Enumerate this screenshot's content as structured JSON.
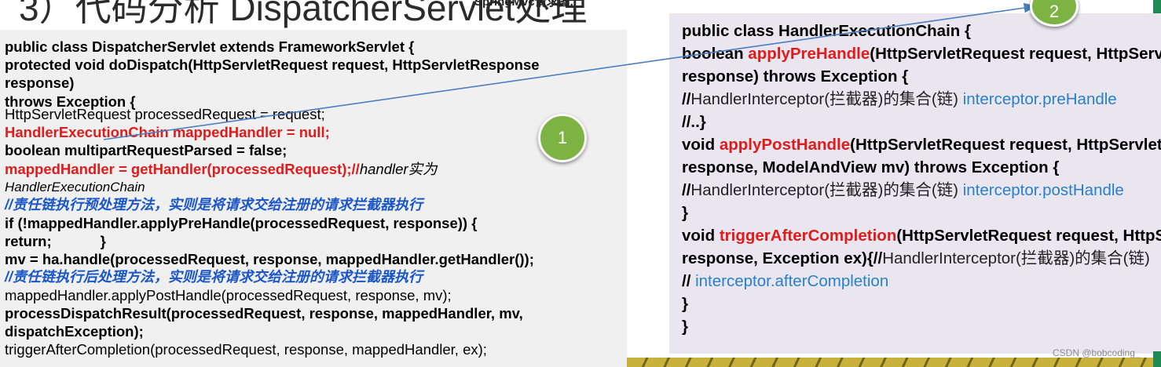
{
  "header": {
    "title_partial": "3）代码分析  DispatcherServlet处理",
    "subtitle_partial": "SpringMvc请求图."
  },
  "badges": {
    "one": "1",
    "two": "2"
  },
  "left_code": {
    "l1": "public class DispatcherServlet extends FrameworkServlet {",
    "l2": "protected void doDispatch(HttpServletRequest request, HttpServletResponse",
    "l3": "response)",
    "l4": "throws Exception {",
    "l5": "HttpServletRequest processedRequest = request;",
    "l6": "HandlerExecutionChain mappedHandler = null;",
    "l7": "boolean multipartRequestParsed = false;",
    "l8a": "mappedHandler = getHandler(processedRequest);//",
    "l8b": "handler实为",
    "l9": "HandlerExecutionChain",
    "l10": "//责任链执行预处理方法，实则是将请求交给注册的请求拦截器执行",
    "l11": "if (!mappedHandler.applyPreHandle(processedRequest, response)) {",
    "l12a": "return;",
    "l12b": "}",
    "l13": "mv = ha.handle(processedRequest, response, mappedHandler.getHandler());",
    "l14": "//责任链执行后处理方法，实则是将请求交给注册的请求拦截器执行",
    "l15": "mappedHandler.applyPostHandle(processedRequest, response, mv);",
    "l16": "processDispatchResult(processedRequest, response, mappedHandler, mv,",
    "l17": "dispatchException);",
    "l18": "triggerAfterCompletion(processedRequest, response, mappedHandler, ex);"
  },
  "right_code": {
    "r1": "public class HandlerExecutionChain {",
    "r2a": "boolean ",
    "r2b": "applyPreHandle",
    "r2c": "(HttpServletRequest request, HttpServletResponse",
    "r3": "response) throws Exception {",
    "r4a": "//",
    "r4b": "HandlerInterceptor(拦截器)的集合(链)",
    "r4c": "  interceptor.preHandle",
    "r5": "//..}",
    "r6a": "void ",
    "r6b": "applyPostHandle",
    "r6c": "(HttpServletRequest request, HttpServletResponse",
    "r7": "response, ModelAndView mv) throws Exception {",
    "r8a": "//",
    "r8b": "HandlerInterceptor(拦截器)的集合(链)",
    "r8c": " interceptor.postHandle",
    "r9": "}",
    "r10a": "void ",
    "r10b": "triggerAfterCompletion",
    "r10c": "(HttpServletRequest request, HttpServletResponse",
    "r11a": "response, Exception ex){//",
    "r11b": "HandlerInterceptor(拦截器)的集合(链)",
    "r12a": "// ",
    "r12b": "interceptor.afterCompletion",
    "r13": "}",
    "r14": "}"
  },
  "footer": {
    "credit": "CSDN @bobcoding_"
  },
  "colors": {
    "red": "#e01b1b",
    "blue": "#2a7fc9",
    "italic_blue": "#1a56c8",
    "badge": "#7cb342",
    "arrow": "#4a7fc0"
  }
}
